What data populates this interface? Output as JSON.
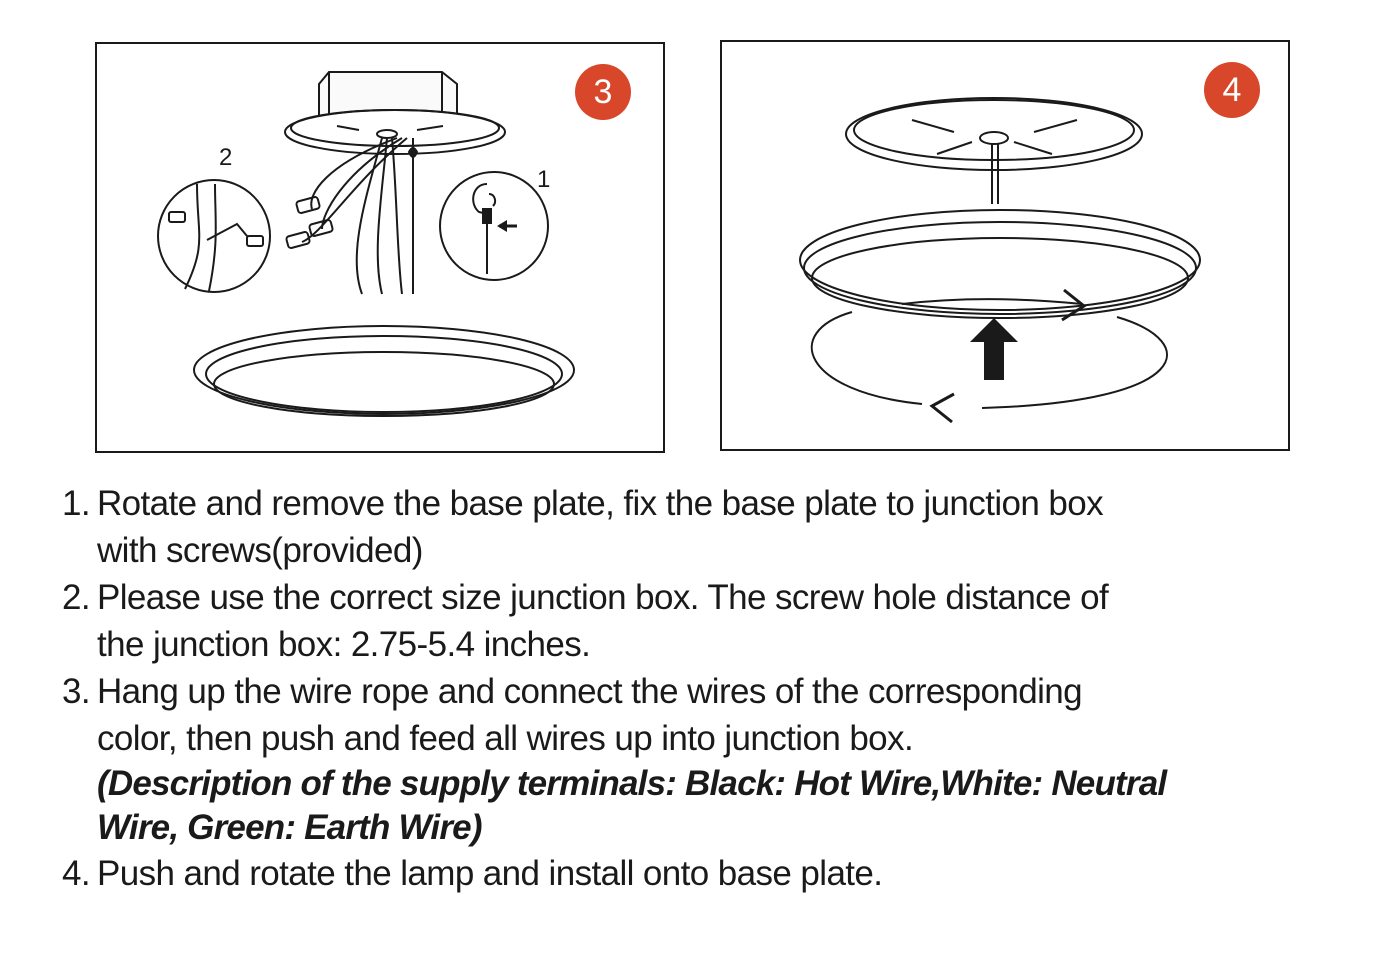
{
  "figures": [
    {
      "badge": "3",
      "callouts": [
        "2",
        "1"
      ]
    },
    {
      "badge": "4"
    }
  ],
  "instructions": [
    {
      "num": "1.",
      "text": "Rotate and remove the base plate, fix the base plate to junction box",
      "cont": "with screws(provided)"
    },
    {
      "num": "2.",
      "text": "Please use the correct size junction box. The screw hole distance of",
      "cont": "the junction box: 2.75-5.4 inches."
    },
    {
      "num": "3.",
      "text": "Hang up the wire rope and connect the wires of the corresponding",
      "cont": "color, then push and feed all wires up into junction box.",
      "note_line1": "(Description of the supply terminals: Black: Hot Wire,White: Neutral",
      "note_line2": "Wire, Green: Earth Wire)"
    },
    {
      "num": "4.",
      "text": "Push and rotate the lamp and install onto base plate."
    }
  ],
  "colors": {
    "badge": "#d9472b",
    "ink": "#1a1a1a"
  }
}
